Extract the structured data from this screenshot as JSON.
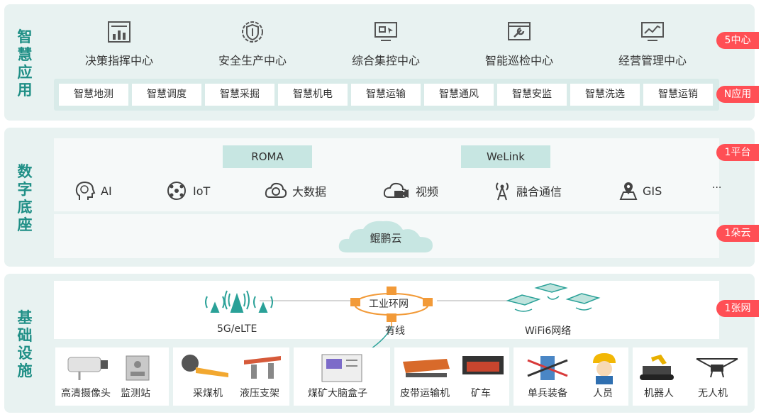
{
  "layers": {
    "app": "智慧应用",
    "digital": "数字底座",
    "infra": "基础设施"
  },
  "tags": {
    "centers": "5中心",
    "apps": "N应用",
    "platform": "1平台",
    "cloud": "1朵云",
    "network": "1张网"
  },
  "centers": [
    {
      "label": "决策指挥中心",
      "icon": "chart-board-icon"
    },
    {
      "label": "安全生产中心",
      "icon": "shield-gear-icon"
    },
    {
      "label": "综合集控中心",
      "icon": "control-screen-icon"
    },
    {
      "label": "智能巡检中心",
      "icon": "inspection-wrench-icon"
    },
    {
      "label": "经营管理中心",
      "icon": "trend-monitor-icon"
    }
  ],
  "apps": [
    "智慧地测",
    "智慧调度",
    "智慧采掘",
    "智慧机电",
    "智慧运输",
    "智慧通风",
    "智慧安监",
    "智慧洗选",
    "智慧运销"
  ],
  "platform": {
    "roma": "ROMA",
    "welink": "WeLink",
    "capabilities": [
      {
        "label": "AI",
        "icon": "ai-head-icon"
      },
      {
        "label": "IoT",
        "icon": "iot-hub-icon"
      },
      {
        "label": "大数据",
        "icon": "big-data-icon"
      },
      {
        "label": "视频",
        "icon": "video-cloud-icon"
      },
      {
        "label": "融合通信",
        "icon": "antenna-icon"
      },
      {
        "label": "GIS",
        "icon": "gis-map-icon"
      }
    ],
    "more": "···",
    "cloud": "鲲鹏云"
  },
  "network": {
    "wireless": "5G/eLTE",
    "ring": "工业环网",
    "wired": "有线",
    "wifi": "WiFi6网络"
  },
  "devices": {
    "camera": "高清摄像头",
    "station": "监测站",
    "shearer": "采煤机",
    "support": "液压支架",
    "brainbox": "煤矿大脑盒子",
    "conveyor": "皮带运输机",
    "minecar": "矿车",
    "soldier": "单兵装备",
    "person": "人员",
    "robot": "机器人",
    "drone": "无人机"
  },
  "colors": {
    "accent": "#1f8f86",
    "tag": "#ff4f55",
    "band": "#e8f2f1",
    "capsule": "#c7e6e2",
    "ring_node": "#f29a38"
  }
}
